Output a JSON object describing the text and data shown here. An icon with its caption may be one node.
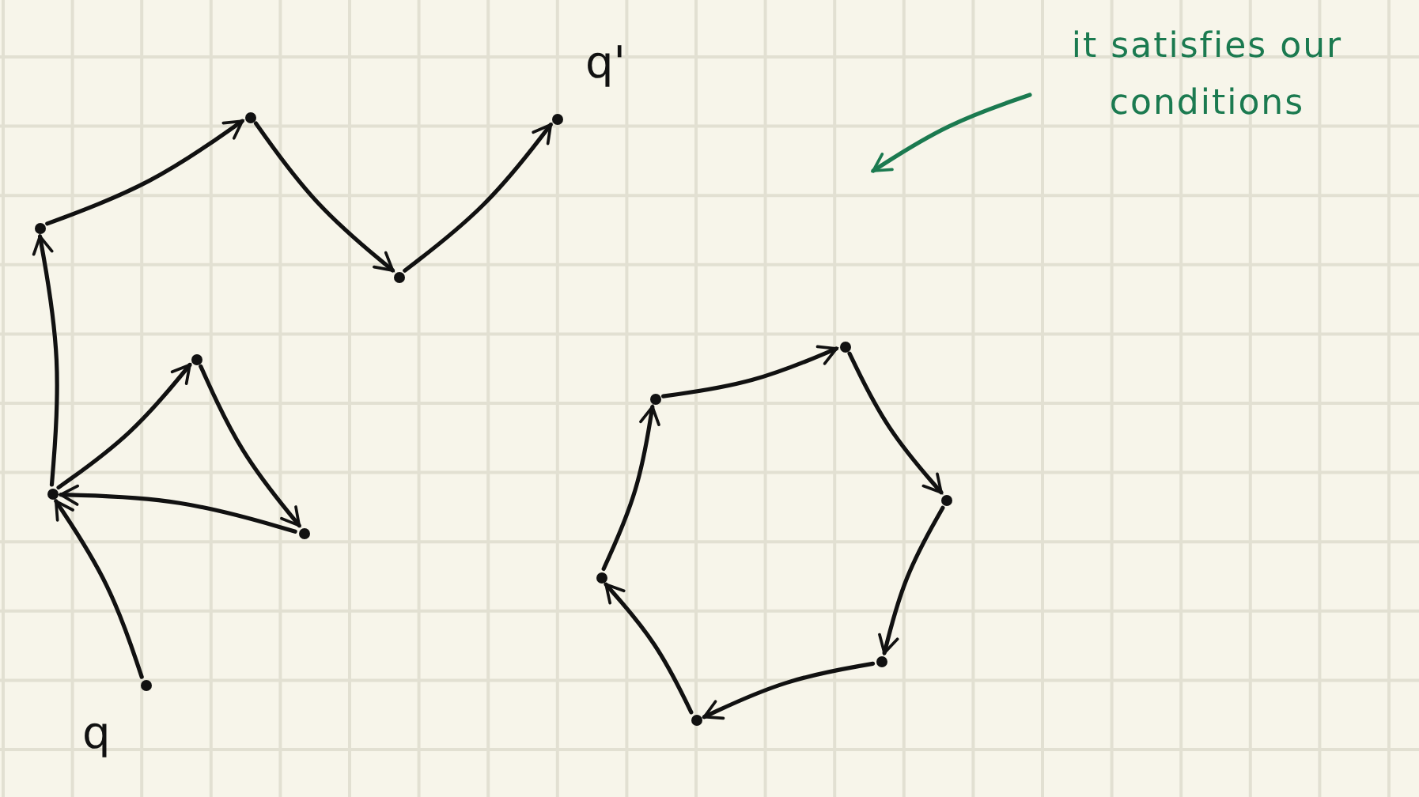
{
  "diagram": {
    "nodes": [
      {
        "text": [],
        "shape": "circle",
        "beside": [
          "q"
        ]
      },
      {
        "text": [],
        "shape": "circle"
      },
      {
        "text": [],
        "shape": "circle"
      },
      {
        "text": [],
        "shape": "circle"
      },
      {
        "text": [],
        "shape": "circle"
      },
      {
        "text": [],
        "shape": "circle"
      },
      {
        "text": [],
        "shape": "circle"
      },
      {
        "text": [],
        "shape": "circle",
        "beside": [
          "q'"
        ]
      },
      {
        "text": [],
        "shape": "circle"
      },
      {
        "text": [],
        "shape": "circle"
      },
      {
        "text": [],
        "shape": "circle"
      },
      {
        "text": [],
        "shape": "circle"
      },
      {
        "text": [],
        "shape": "circle"
      },
      {
        "text": [],
        "shape": "circle"
      },
      {
        "text": [
          "it satisfies our conditions"
        ]
      }
    ],
    "edges": [
      {
        "from": 0,
        "to": 1,
        "arrow": "to"
      },
      {
        "from": 1,
        "to": 2,
        "arrow": "to"
      },
      {
        "from": 2,
        "to": 3,
        "arrow": "to"
      },
      {
        "from": 3,
        "to": 1,
        "arrow": "to"
      },
      {
        "from": 1,
        "to": 4,
        "arrow": "to"
      },
      {
        "from": 4,
        "to": 5,
        "arrow": "to"
      },
      {
        "from": 5,
        "to": 6,
        "arrow": "to"
      },
      {
        "from": 6,
        "to": 7,
        "arrow": "to"
      },
      {
        "from": 8,
        "to": 9,
        "arrow": "to"
      },
      {
        "from": 9,
        "to": 10,
        "arrow": "to"
      },
      {
        "from": 10,
        "to": 11,
        "arrow": "to"
      },
      {
        "from": 11,
        "to": 12,
        "arrow": "to"
      },
      {
        "from": 12,
        "to": 13,
        "arrow": "to"
      },
      {
        "from": 13,
        "to": 8,
        "arrow": "to"
      },
      {
        "from": 14,
        "to": null,
        "arrow": "to",
        "color": "#1b7a50"
      }
    ]
  }
}
